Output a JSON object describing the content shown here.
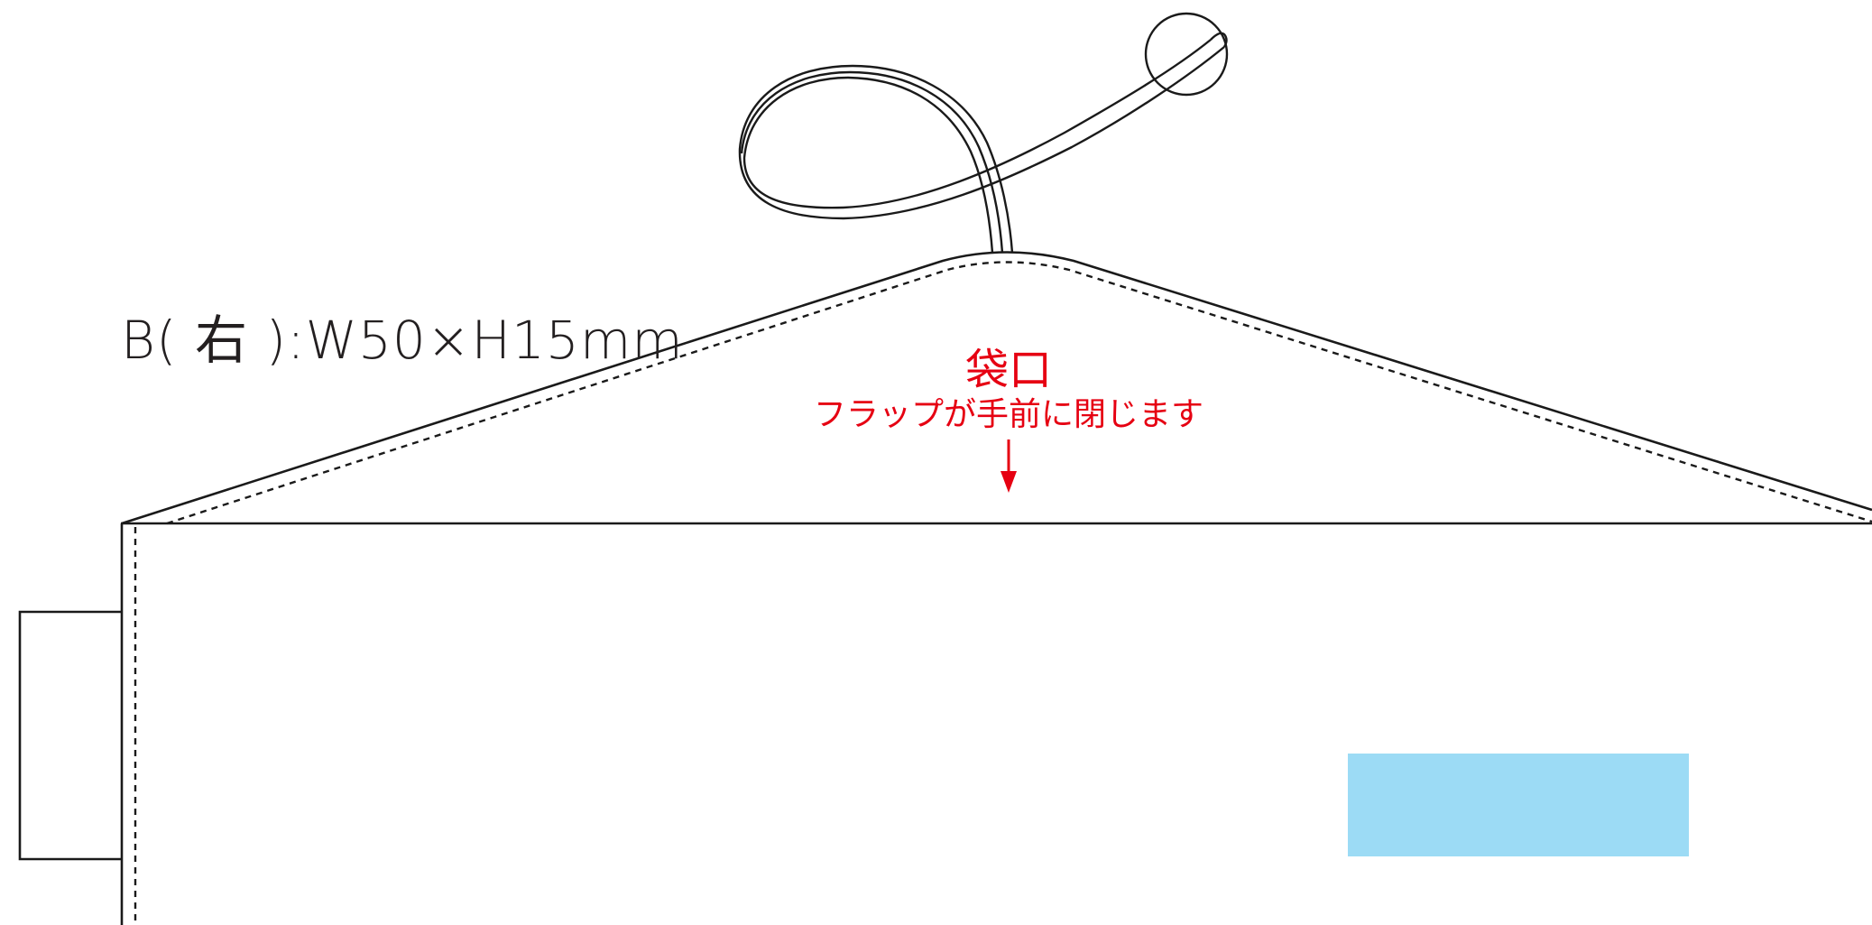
{
  "diagram": {
    "size_label": "B( 右 ):W50×H15mm",
    "opening_title": "袋口",
    "opening_note": "フラップが手前に閉じます",
    "colors": {
      "line": "#1a1a1a",
      "annotation": "#e60012",
      "print_area": "#9cdbf5"
    }
  }
}
